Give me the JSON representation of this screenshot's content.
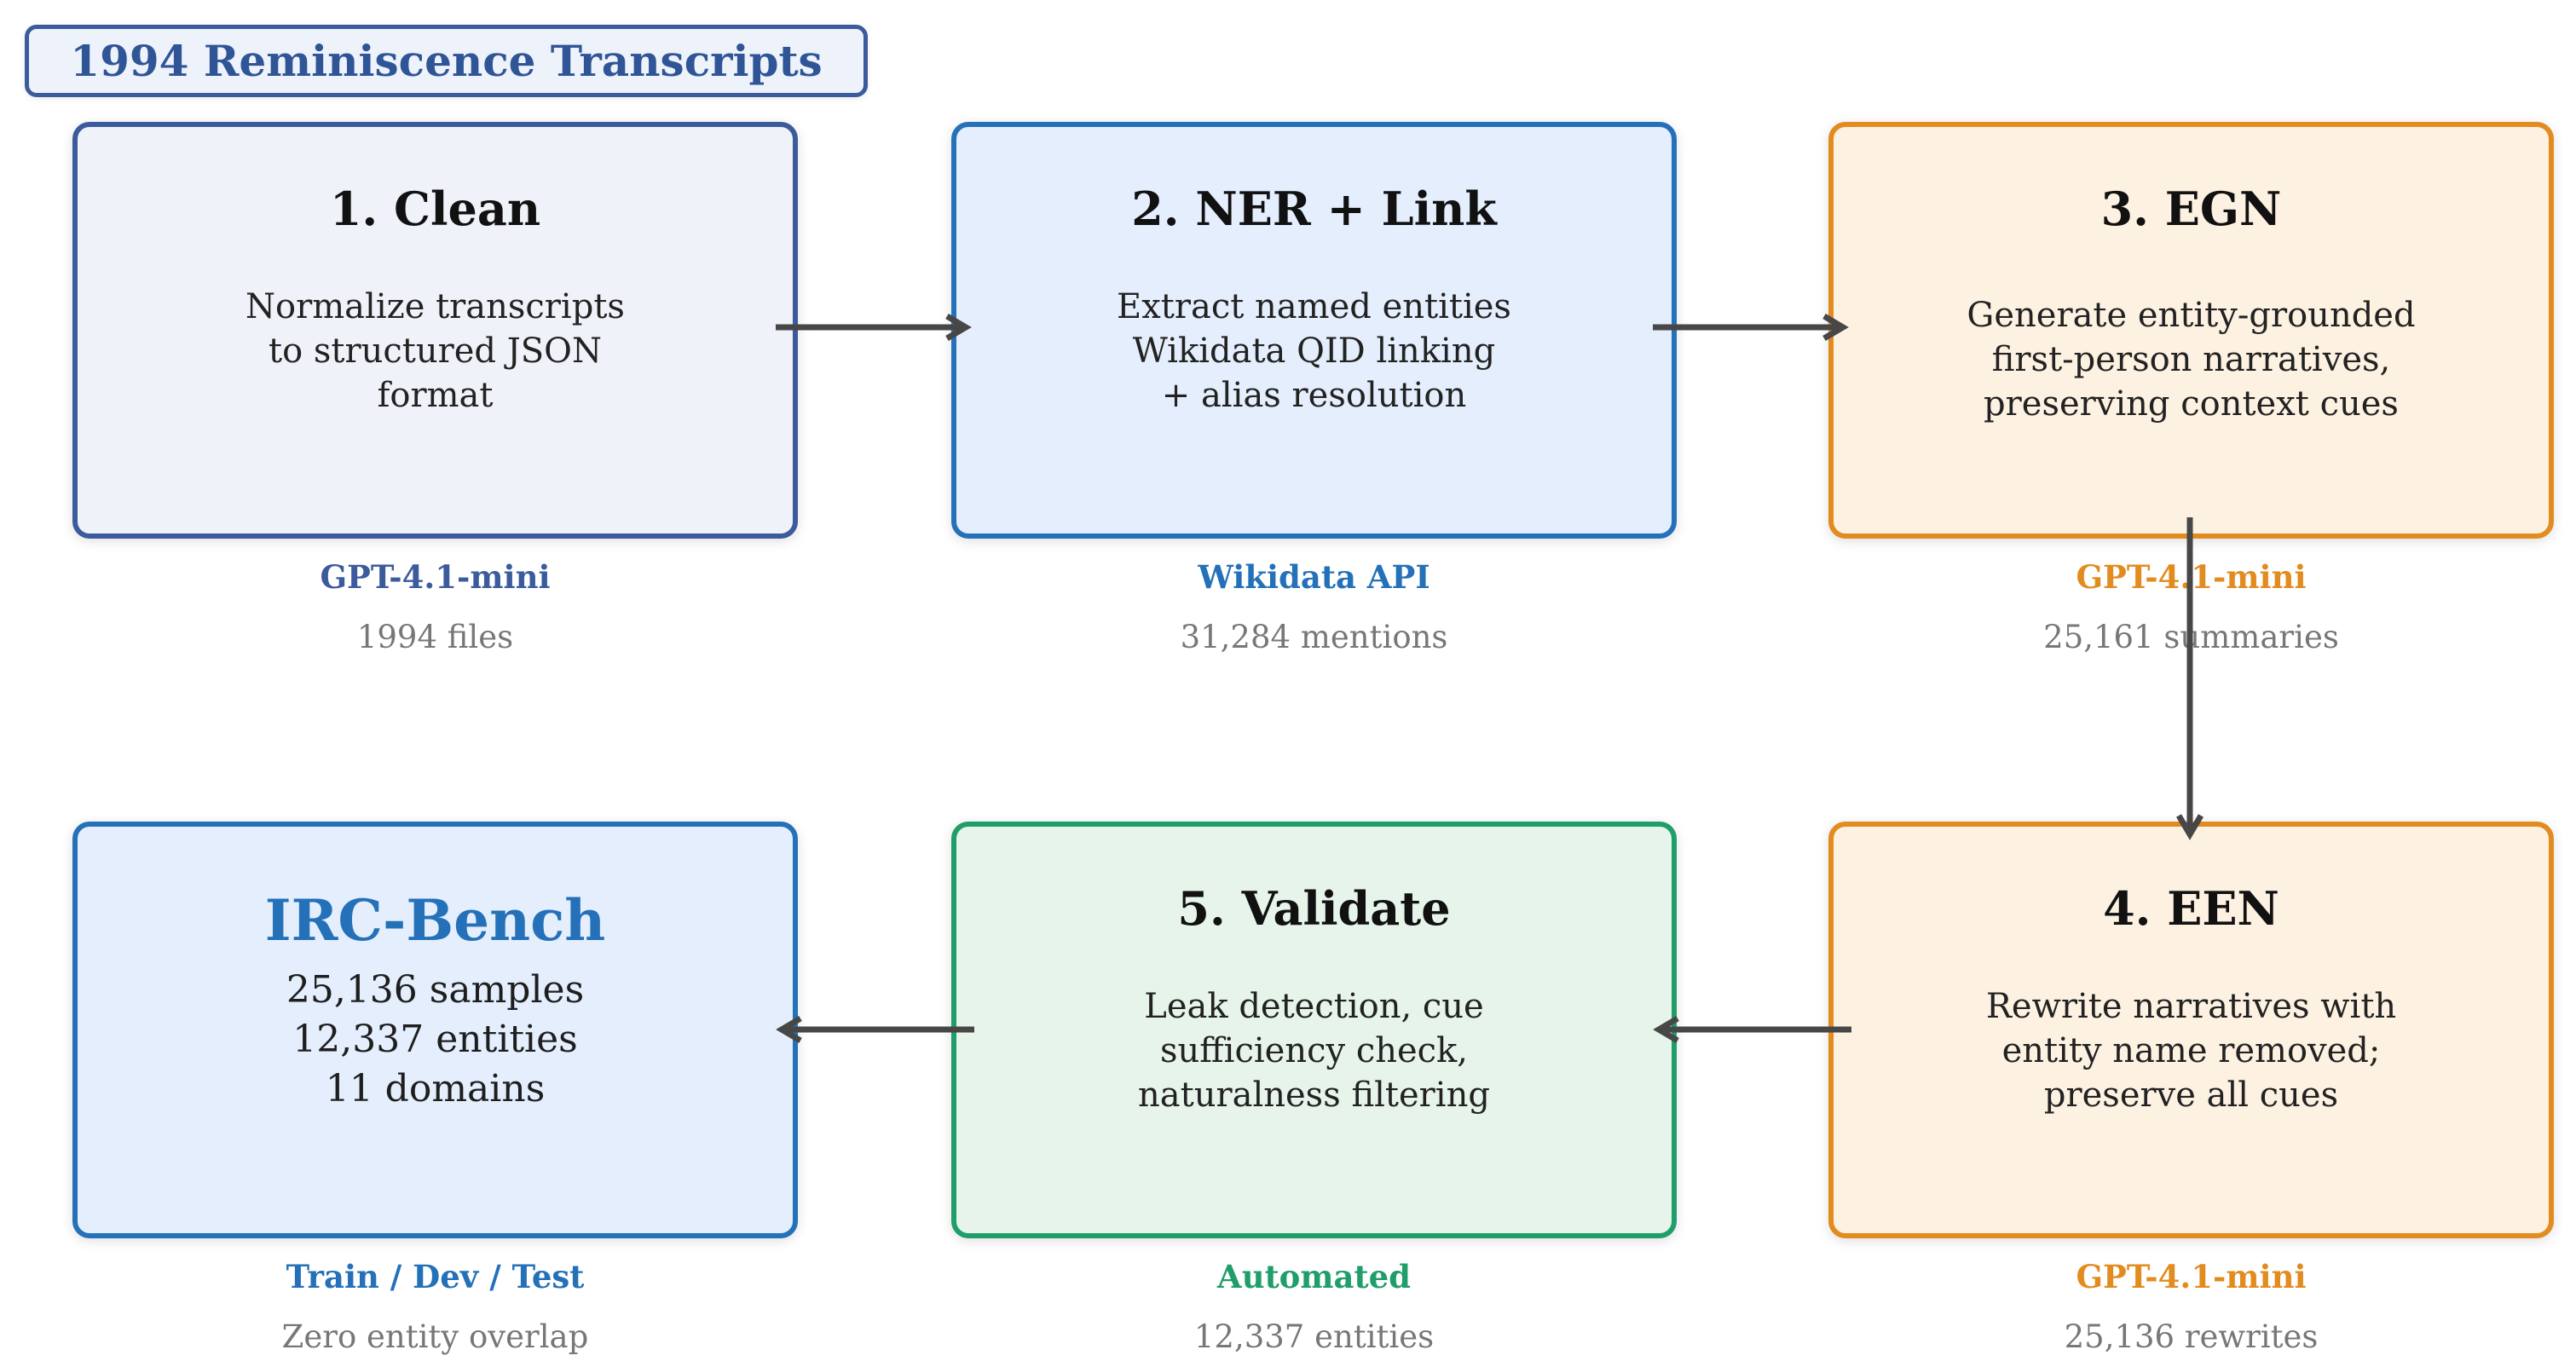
{
  "header": {
    "title": "1994 Reminiscence Transcripts",
    "text_color": "#2f5597",
    "border": "#3b5b9d",
    "fill": "#eef2fa"
  },
  "stages": [
    {
      "title": "1. Clean",
      "lines": [
        "Normalize transcripts",
        "to structured JSON",
        "format"
      ],
      "tool": "GPT-4.1-mini",
      "stat": "1994 files",
      "accent": "#3b5b9d",
      "fill": "#eff2f8"
    },
    {
      "title": "2. NER + Link",
      "lines": [
        "Extract named entities",
        "Wikidata QID linking",
        "+ alias resolution"
      ],
      "tool": "Wikidata API",
      "stat": "31,284 mentions",
      "accent": "#2471b9",
      "fill": "#e4eefc"
    },
    {
      "title": "3. EGN",
      "lines": [
        "Generate entity-grounded",
        "first-person narratives,",
        "preserving context cues"
      ],
      "tool": "GPT-4.1-mini",
      "stat": "25,161 summaries",
      "accent": "#e28c1f",
      "fill": "#fdf1e2"
    },
    {
      "title": "4. EEN",
      "lines": [
        "Rewrite narratives with",
        "entity name removed;",
        "preserve all cues"
      ],
      "tool": "GPT-4.1-mini",
      "stat": "25,136 rewrites",
      "accent": "#e28c1f",
      "fill": "#fdf1e2"
    },
    {
      "title": "5. Validate",
      "lines": [
        "Leak detection, cue",
        "sufficiency check,",
        "naturalness filtering"
      ],
      "tool": "Automated",
      "stat": "12,337 entities",
      "accent": "#1f9e69",
      "fill": "#e6f4ea"
    }
  ],
  "output": {
    "title": "IRC-Bench",
    "lines": [
      "25,136 samples",
      "12,337 entities",
      "11 domains"
    ],
    "tool": "Train / Dev / Test",
    "stat": "Zero entity overlap",
    "accent": "#2471b9",
    "fill": "#e4eefc"
  },
  "arrow_color": "#474747",
  "stat_color": "#777777"
}
